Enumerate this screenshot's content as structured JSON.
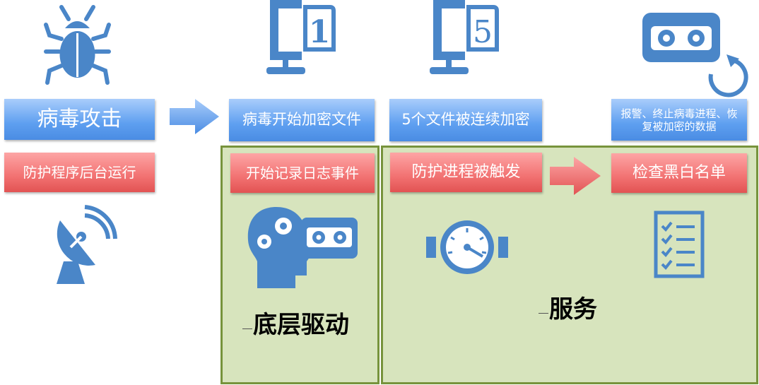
{
  "colors": {
    "icon": "#4a86c8",
    "panel_fill": "#d7e4bd",
    "panel_border": "#77933c"
  },
  "steps": {
    "virus_attack": "病毒攻击",
    "protection_background": "防护程序后台运行",
    "virus_encrypt": "病毒开始加密文件",
    "start_logging": "开始记录日志事件",
    "five_files": "5个文件被连续加密",
    "protection_triggered": "防护进程被触发",
    "alarm": "报警、终止病毒进程、恢复被加密的数据",
    "check_list": "检查黑白名单"
  },
  "labels": {
    "driver": "底层驱动",
    "service": "服务"
  },
  "icon_badges": {
    "file1": "1",
    "file5": "5"
  }
}
